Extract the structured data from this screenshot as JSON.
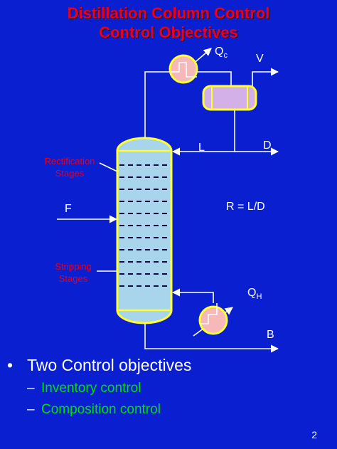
{
  "slide": {
    "title_line1": "Distillation Column Control",
    "title_line2": "Control Objectives",
    "page_number": "2"
  },
  "diagram": {
    "labels": {
      "qc_main": "Q",
      "qc_sub": "c",
      "v": "V",
      "l": "L",
      "d": "D",
      "f": "F",
      "ratio": "R = L/D",
      "qh_main": "Q",
      "qh_sub": "H",
      "b": "B",
      "rectification_line1": "Rectification",
      "rectification_line2": "Stages",
      "stripping_line1": "Stripping",
      "stripping_line2": "Stages"
    },
    "colors": {
      "background": "#0a1fd0",
      "title": "#e8001c",
      "vessel_fill": "#a8d4ec",
      "vessel_outline": "#ffff30",
      "drum_fill": "#d4b0e8",
      "exchanger_fill": "#f6b8b8",
      "line": "#ffffff",
      "sub_bullet": "#00e000"
    }
  },
  "bullets": {
    "main": "Two Control objectives",
    "sub": [
      "Inventory control",
      "Composition control"
    ]
  }
}
